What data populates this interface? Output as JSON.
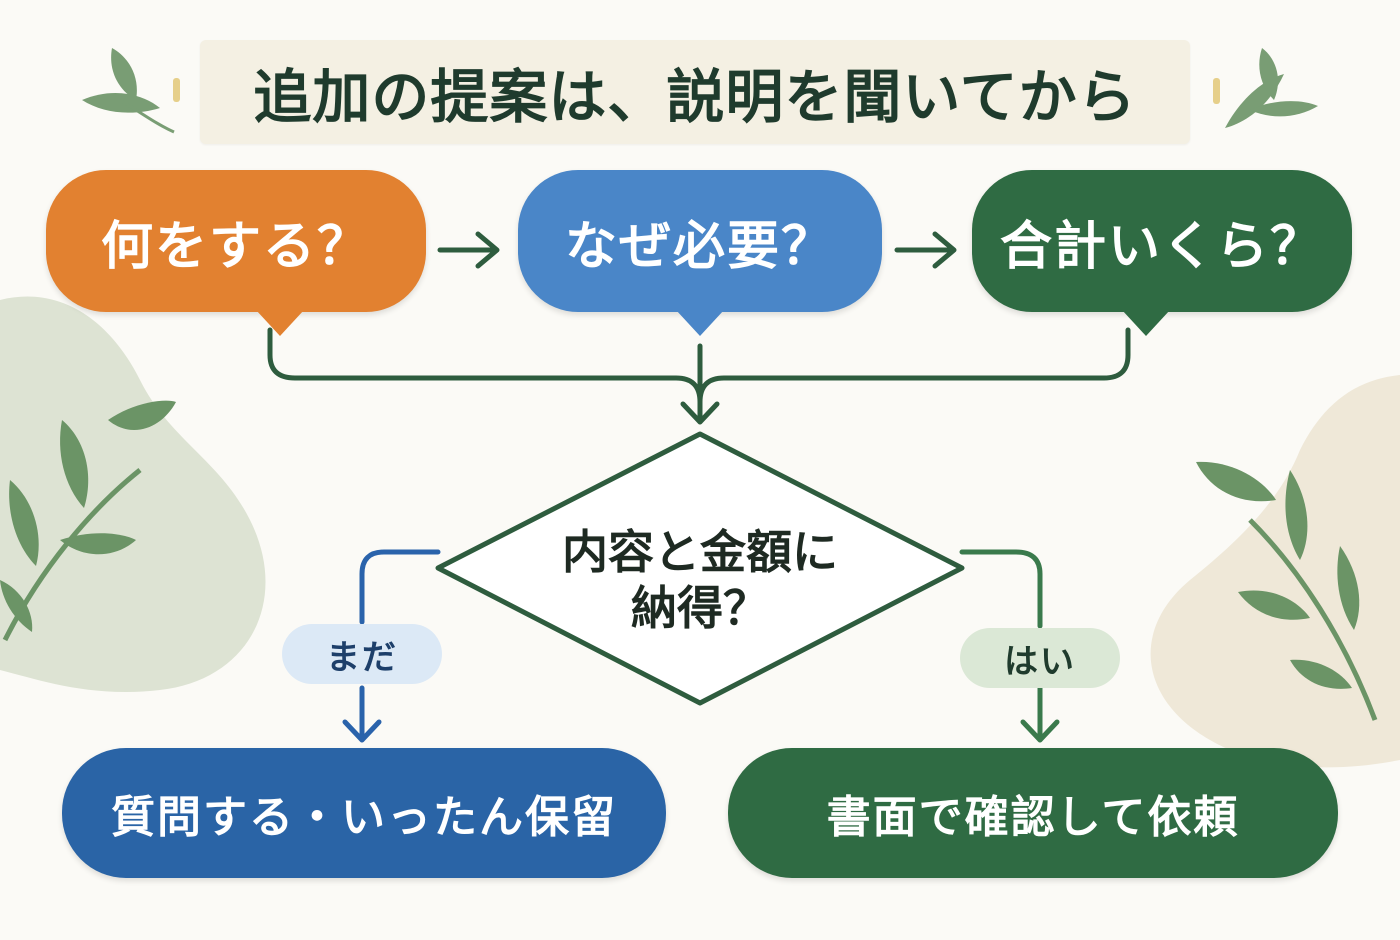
{
  "title": "追加の提案は、説明を聞いてから",
  "questions": [
    {
      "label": "何をする？",
      "color": "#e28130"
    },
    {
      "label": "なぜ必要？",
      "color": "#4a86c8"
    },
    {
      "label": "合計いくら？",
      "color": "#2f6b43"
    }
  ],
  "decision": {
    "line1": "内容と金額に",
    "line2": "納得？"
  },
  "branches": {
    "no": {
      "label": "まだ",
      "pill_color": "#dce9f6",
      "text_color": "#1d3f6a",
      "line_color": "#2a63ab"
    },
    "yes": {
      "label": "はい",
      "pill_color": "#dbe8d6",
      "text_color": "#1f3b2d",
      "line_color": "#3a7a4c"
    }
  },
  "results": {
    "no": {
      "label": "質問する・いったん保留",
      "color": "#2a64a6"
    },
    "yes": {
      "label": "書面で確認して依頼",
      "color": "#2f6b43"
    }
  },
  "colors": {
    "connector": "#2e5c3e",
    "diamond_border": "#2e5c3e",
    "blob_green": "#dde3d3",
    "blob_beige": "#efe8d8",
    "leaf": "#6b9466"
  }
}
